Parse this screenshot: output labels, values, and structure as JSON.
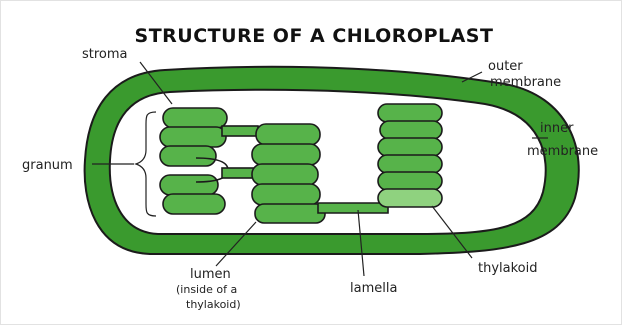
{
  "title": "STRUCTURE OF A CHLOROPLAST",
  "labels": {
    "stroma": "stroma",
    "outer_membrane_line1": "outer",
    "outer_membrane_line2": "membrane",
    "inner_membrane_line1": "inner",
    "inner_membrane_line2": "membrane",
    "granum": "granum",
    "lumen_line1": "lumen",
    "lumen_line2": "(inside of a",
    "lumen_line3": "thylakoid)",
    "lamella": "lamella",
    "thylakoid": "thylakoid"
  },
  "colors": {
    "membrane": "#3a9a2e",
    "membrane_dark": "#2e7f25",
    "thylakoid": "#57b34a",
    "thylakoid_light": "#8fd27f",
    "outline": "#1b1b1b"
  }
}
